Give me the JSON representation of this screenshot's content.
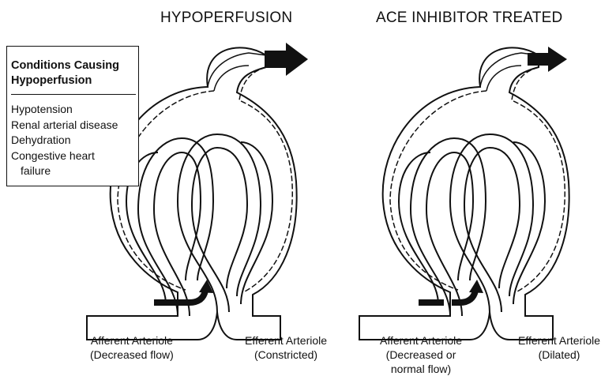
{
  "titles": {
    "left": "HYPOPERFUSION",
    "right": "ACE INHIBITOR TREATED"
  },
  "conditions_box": {
    "heading_line1": "Conditions Causing",
    "heading_line2": "Hypoperfusion",
    "items": [
      {
        "line1": "Hypotension"
      },
      {
        "line1": "Renal arterial disease"
      },
      {
        "line1": "Dehydration"
      },
      {
        "line1": "Congestive heart",
        "line2": "failure"
      }
    ]
  },
  "captions": {
    "left_afferent": {
      "line1": "Afferent Arteriole",
      "line2": "(Decreased flow)"
    },
    "left_efferent": {
      "line1": "Efferent Arteriole",
      "line2": "(Constricted)"
    },
    "right_afferent": {
      "line1": "Afferent Arteriole",
      "line2": "(Decreased or",
      "line3": "normal flow)"
    },
    "right_efferent": {
      "line1": "Efferent Arteriole",
      "line2": "(Dilated)"
    }
  },
  "icons": {
    "left_outflow": "arrow-right-icon",
    "right_outflow": "arrow-right-icon",
    "left_inflow": "curved-arrow-icon",
    "right_inflow": "curved-arrow-icon"
  }
}
